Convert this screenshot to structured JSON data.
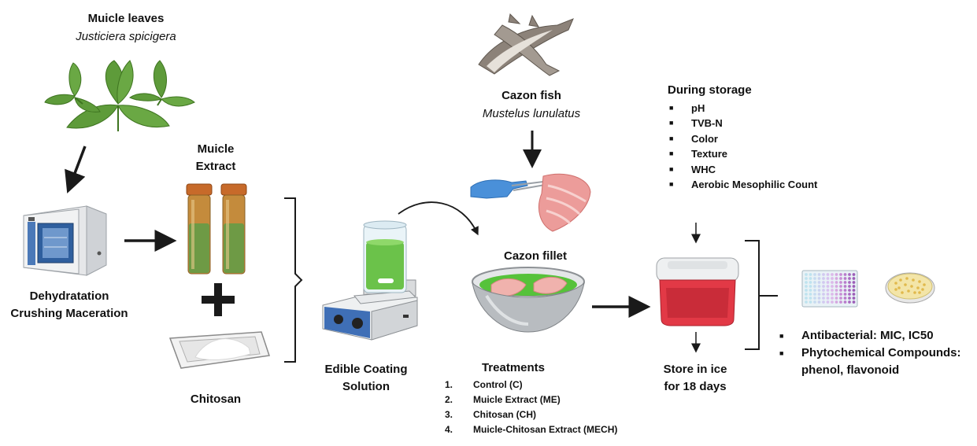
{
  "leaves": {
    "title": "Muicle leaves",
    "species": "Justiciera spicigera"
  },
  "dehydration": {
    "line1": "Dehydratation",
    "line2": "Crushing Maceration"
  },
  "extract": {
    "line1": "Muicle",
    "line2": "Extract"
  },
  "chitosan": {
    "label": "Chitosan"
  },
  "coating": {
    "line1": "Edible Coating",
    "line2": "Solution"
  },
  "fish": {
    "title": "Cazon fish",
    "species": "Mustelus lunulatus"
  },
  "fillet": {
    "label": "Cazon fillet"
  },
  "treatments": {
    "title": "Treatments",
    "items": [
      {
        "num": "1.",
        "text": "Control (C)"
      },
      {
        "num": "2.",
        "text": "Muicle Extract (ME)"
      },
      {
        "num": "3.",
        "text": "Chitosan (CH)"
      },
      {
        "num": "4.",
        "text": "Muicle-Chitosan Extract (MECH)"
      }
    ]
  },
  "storage": {
    "title": "During storage",
    "items": [
      "pH",
      "TVB-N",
      "Color",
      "Texture",
      "WHC",
      "Aerobic Mesophilic Count"
    ]
  },
  "ice": {
    "line1": "Store in ice",
    "line2": "for 18 days"
  },
  "analysis": {
    "items": [
      "Antibacterial: MIC, IC50",
      "Phytochemical Compounds:"
    ],
    "continuation": "phenol, flavonoid"
  }
}
